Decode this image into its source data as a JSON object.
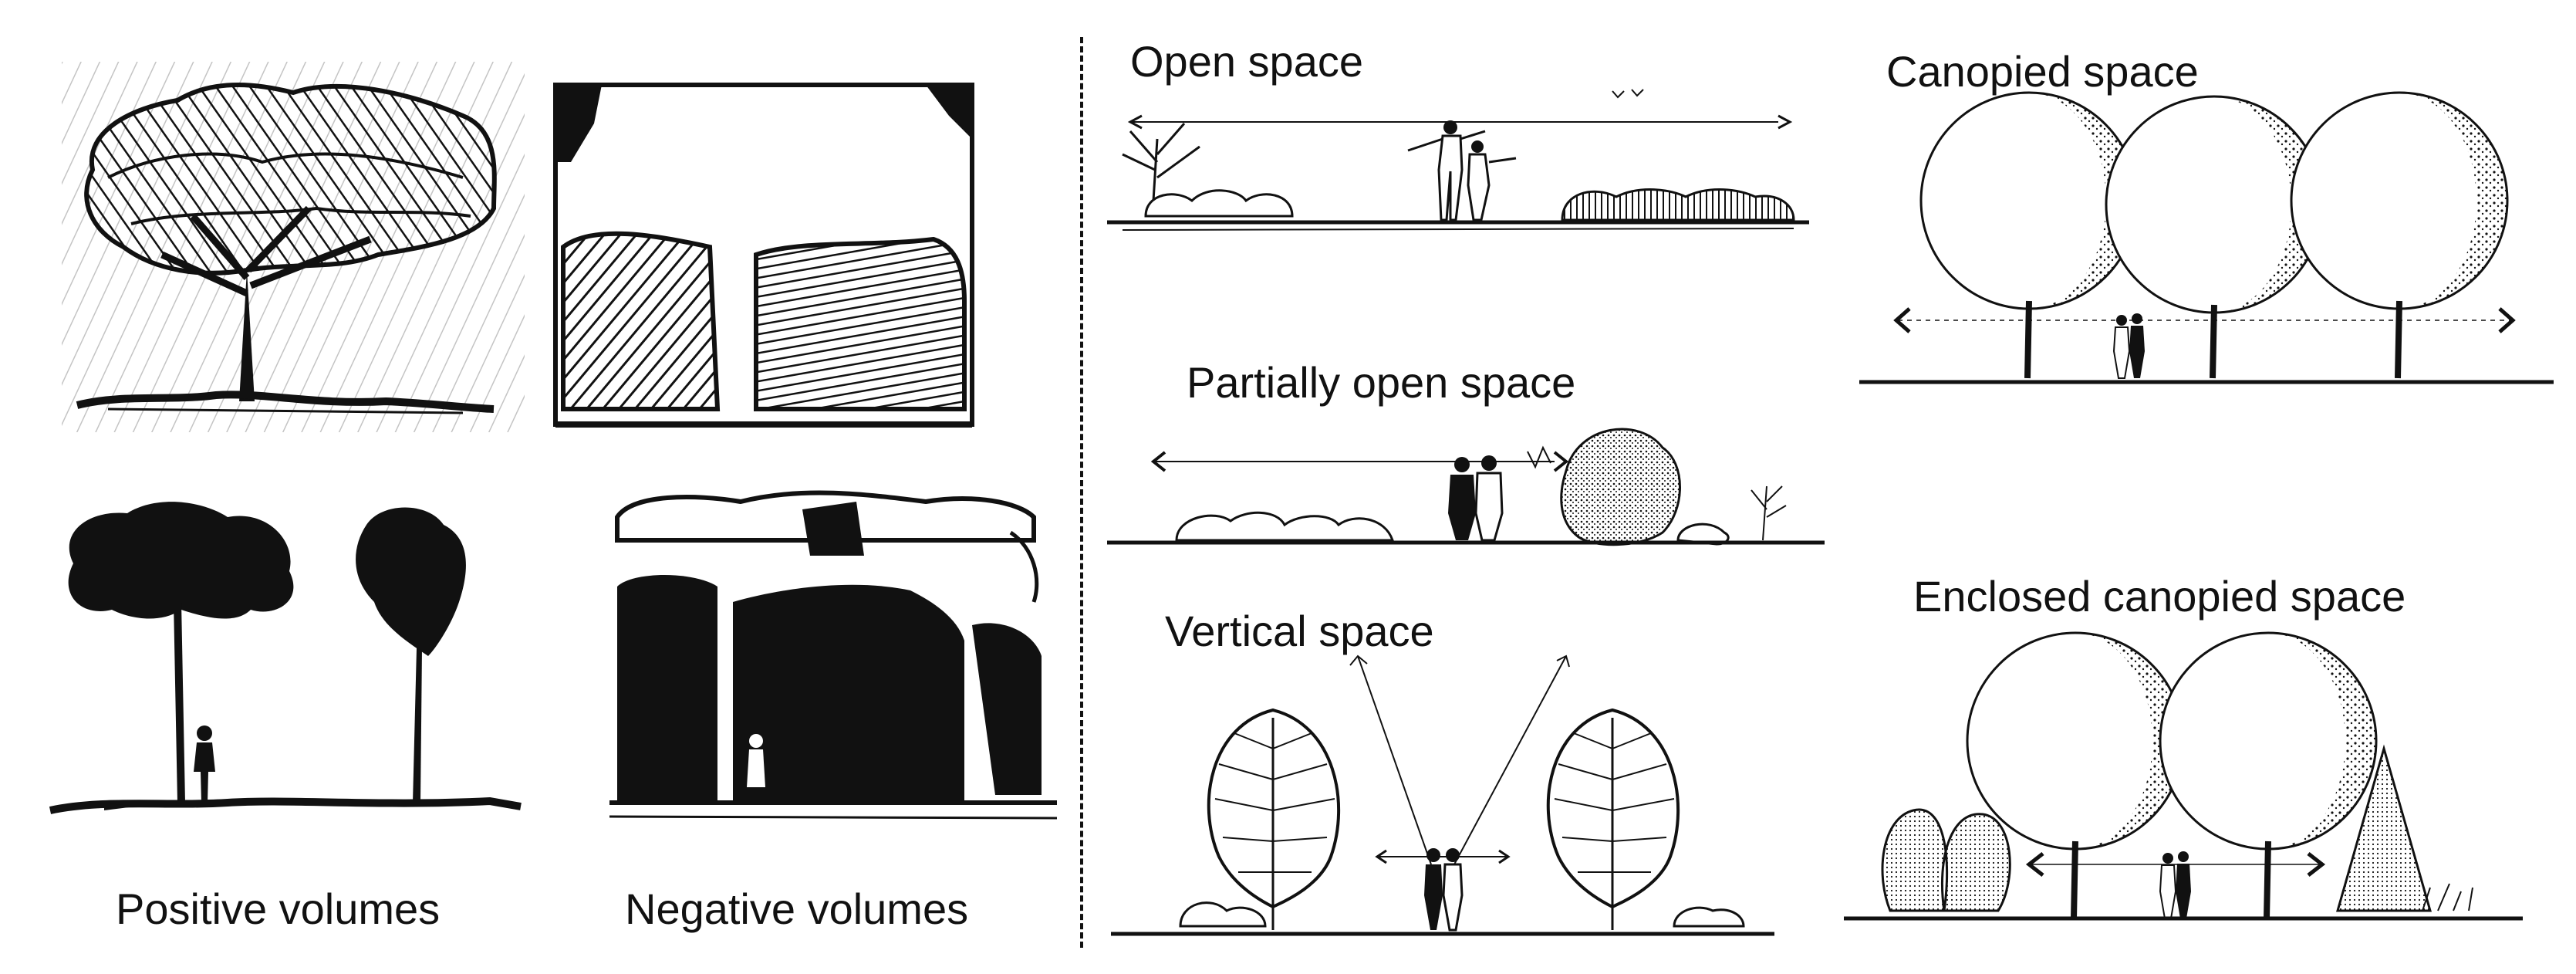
{
  "captions": {
    "positive": "Positive volumes",
    "negative": "Negative volumes"
  },
  "titles": {
    "open": "Open space",
    "partial": "Partially open space",
    "vertical": "Vertical space",
    "canopied": "Canopied space",
    "enclosed": "Enclosed canopied space"
  },
  "colors": {
    "ink": "#111111",
    "paper": "#ffffff"
  }
}
